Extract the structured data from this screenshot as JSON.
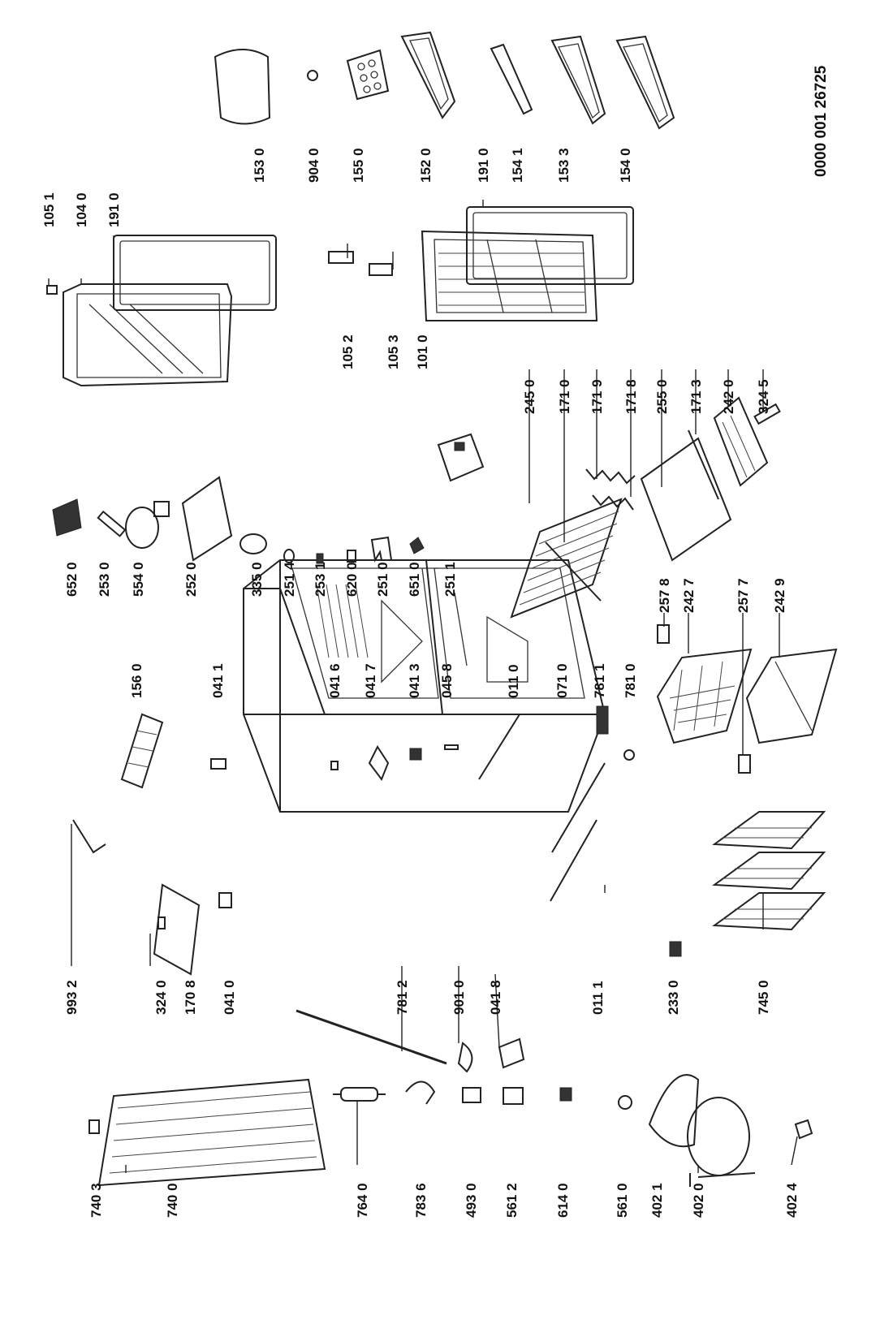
{
  "document_number": "0000 001 26725",
  "labels": [
    {
      "id": "p1",
      "text": "105 1"
    },
    {
      "id": "p2",
      "text": "104 0"
    },
    {
      "id": "p3",
      "text": "191 0"
    },
    {
      "id": "p4",
      "text": "153 0"
    },
    {
      "id": "p5",
      "text": "904 0"
    },
    {
      "id": "p6",
      "text": "155 0"
    },
    {
      "id": "p7",
      "text": "152 0"
    },
    {
      "id": "p8",
      "text": "191 0"
    },
    {
      "id": "p9",
      "text": "154 1"
    },
    {
      "id": "p10",
      "text": "153 3"
    },
    {
      "id": "p11",
      "text": "154 0"
    },
    {
      "id": "p12",
      "text": "105 2"
    },
    {
      "id": "p13",
      "text": "105 3"
    },
    {
      "id": "p14",
      "text": "101 0"
    },
    {
      "id": "p15",
      "text": "245 0"
    },
    {
      "id": "p16",
      "text": "171 0"
    },
    {
      "id": "p17",
      "text": "171 9"
    },
    {
      "id": "p18",
      "text": "171 8"
    },
    {
      "id": "p19",
      "text": "255 0"
    },
    {
      "id": "p20",
      "text": "171 3"
    },
    {
      "id": "p21",
      "text": "242 0"
    },
    {
      "id": "p22",
      "text": "324 5"
    },
    {
      "id": "p23",
      "text": "652 0"
    },
    {
      "id": "p24",
      "text": "253 0"
    },
    {
      "id": "p25",
      "text": "554 0"
    },
    {
      "id": "p26",
      "text": "252 0"
    },
    {
      "id": "p27",
      "text": "335 0"
    },
    {
      "id": "p28",
      "text": "251 4"
    },
    {
      "id": "p29",
      "text": "253 1"
    },
    {
      "id": "p30",
      "text": "620 0"
    },
    {
      "id": "p31",
      "text": "251 0"
    },
    {
      "id": "p32",
      "text": "651 0"
    },
    {
      "id": "p33",
      "text": "251 1"
    },
    {
      "id": "p34",
      "text": "156 0"
    },
    {
      "id": "p35",
      "text": "041 1"
    },
    {
      "id": "p36",
      "text": "041 6"
    },
    {
      "id": "p37",
      "text": "041 7"
    },
    {
      "id": "p38",
      "text": "041 3"
    },
    {
      "id": "p39",
      "text": "045 8"
    },
    {
      "id": "p40",
      "text": "011 0"
    },
    {
      "id": "p41",
      "text": "071 0"
    },
    {
      "id": "p42",
      "text": "781 1"
    },
    {
      "id": "p43",
      "text": "781 0"
    },
    {
      "id": "p44",
      "text": "257 8"
    },
    {
      "id": "p45",
      "text": "242 7"
    },
    {
      "id": "p46",
      "text": "257 7"
    },
    {
      "id": "p47",
      "text": "242 9"
    },
    {
      "id": "p48",
      "text": "993 2"
    },
    {
      "id": "p49",
      "text": "324 0"
    },
    {
      "id": "p50",
      "text": "170 8"
    },
    {
      "id": "p51",
      "text": "041 0"
    },
    {
      "id": "p52",
      "text": "781 2"
    },
    {
      "id": "p53",
      "text": "901 0"
    },
    {
      "id": "p54",
      "text": "041 8"
    },
    {
      "id": "p55",
      "text": "011 1"
    },
    {
      "id": "p56",
      "text": "233 0"
    },
    {
      "id": "p57",
      "text": "745 0"
    },
    {
      "id": "p58",
      "text": "740 3"
    },
    {
      "id": "p59",
      "text": "740 0"
    },
    {
      "id": "p60",
      "text": "764 0"
    },
    {
      "id": "p61",
      "text": "783 6"
    },
    {
      "id": "p62",
      "text": "493 0"
    },
    {
      "id": "p63",
      "text": "561 2"
    },
    {
      "id": "p64",
      "text": "614 0"
    },
    {
      "id": "p65",
      "text": "561 0"
    },
    {
      "id": "p66",
      "text": "402 1"
    },
    {
      "id": "p67",
      "text": "402 0"
    },
    {
      "id": "p68",
      "text": "402 4"
    }
  ]
}
